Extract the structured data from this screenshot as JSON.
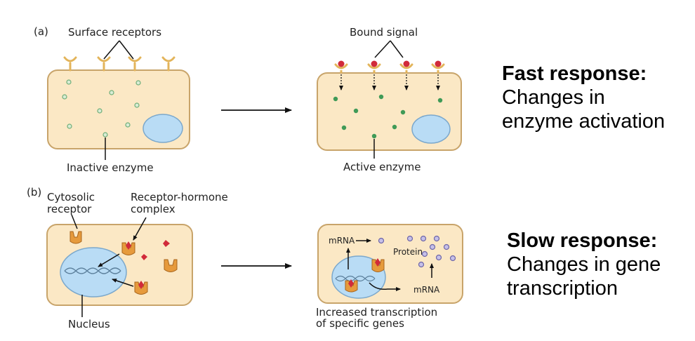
{
  "panel_a": {
    "tag": "(a)",
    "surface_receptors": "Surface receptors",
    "bound_signal": "Bound signal",
    "inactive_enzyme": "Inactive enzyme",
    "active_enzyme": "Active enzyme"
  },
  "panel_b": {
    "tag": "(b)",
    "cytosolic_receptor": [
      "Cytosolic",
      "receptor"
    ],
    "receptor_hormone_complex": [
      "Receptor-hormone",
      "complex"
    ],
    "nucleus": "Nucleus",
    "mrna_top": "mRNA",
    "protein": "Protein",
    "mrna_bottom": "mRNA",
    "increased_transcription": [
      "Increased transcription",
      "of specific genes"
    ]
  },
  "fast_response": {
    "heading": "Fast response:",
    "lines": [
      "Changes in",
      "enzyme activation"
    ]
  },
  "slow_response": {
    "heading": "Slow response:",
    "lines": [
      "Changes in gene",
      "transcription"
    ]
  },
  "colors": {
    "cell_fill": "#fbe8c5",
    "cell_stroke": "#c8a46a",
    "nucleus_fill": "#b9dcf5",
    "nucleus_stroke": "#7ba8cc",
    "receptor": "#e3b45a",
    "signal": "#d12a3a",
    "enzyme_inactive": "#d9ecd5",
    "enzyme_active": "#3f9a57",
    "protein": "#8f86c6"
  }
}
